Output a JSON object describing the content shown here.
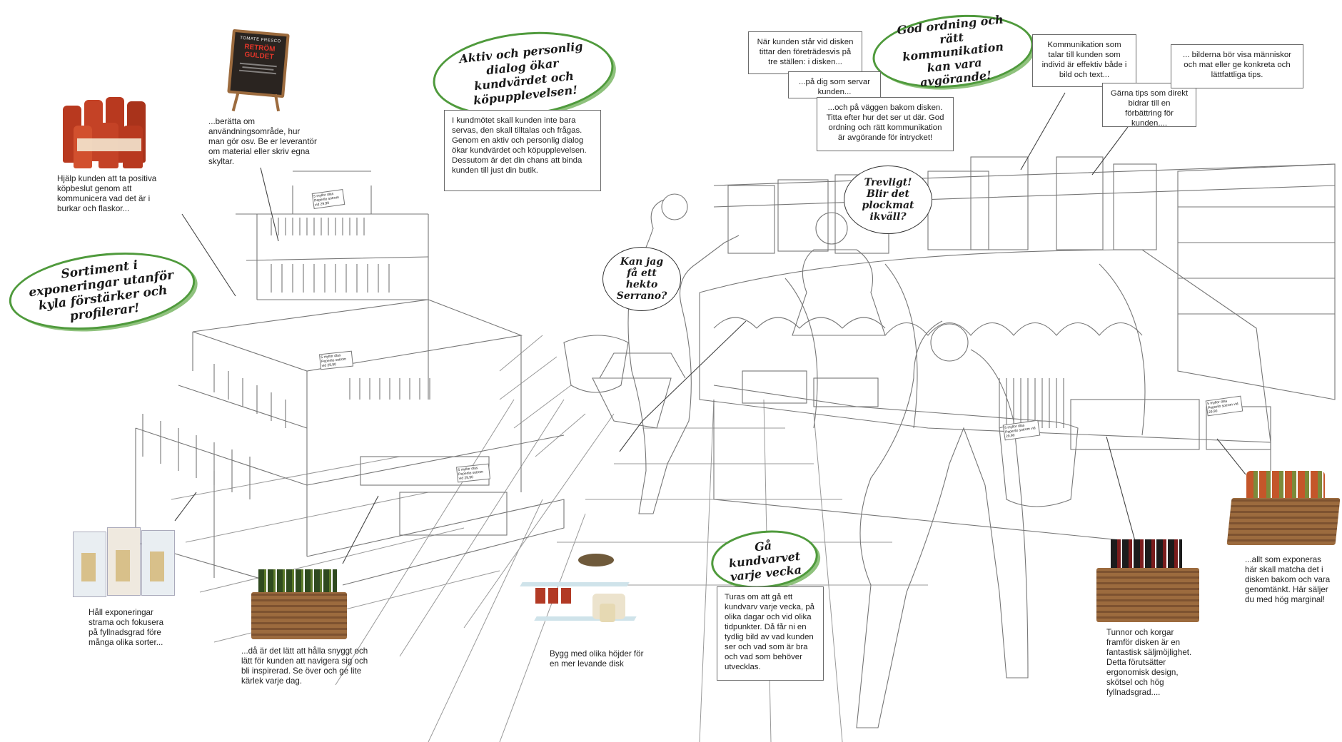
{
  "headings": {
    "sortiment": "Sortiment i exponeringar utanför kyla förstärker och profilerar!",
    "dialog": "Aktiv och personlig dialog ökar kundvärdet och köpupplevelsen!",
    "ordning": "God ordning och rätt kommunikation kan vara avgörande!",
    "kundvarv": "Gå kundvarvet varje vecka"
  },
  "speech": {
    "serrano": "Kan jag få ett hekto Serrano?",
    "trevligt": "Trevligt! Blir det plockmat ikväll?"
  },
  "notes": {
    "burkar": "Hjälp kunden att ta positiva köpbeslut genom att kommunicera vad det är i burkar och flaskor...",
    "anvandning": "...berätta om användningsområde, hur man gör osv. Be er leverantör om material eller skriv egna skyltar.",
    "exponeringar": "Håll exponeringar strama och fokusera på fyllnadsgrad före många olika sorter...",
    "snyggt": "...då är det lätt att hålla snyggt och lätt för kunden att navigera sig och bli inspirerad. Se över och ge lite kärlek varje dag.",
    "hojder": "Bygg med olika höjder för en mer levande disk",
    "tunnor": "Tunnor och korgar framför disken är en fantastisk säljmöjlighet. Detta förutsätter ergonomisk design, skötsel och hög fyllnadsgrad....",
    "matcha": "...allt som exponeras här skall matcha det i disken bakom och vara genomtänkt. Här säljer du med hög marginal!"
  },
  "boxes": {
    "kundmotet": "I kundmötet skall kunden inte bara servas, den skall tilltalas och frågas. Genom en aktiv och personlig dialog ökar kundvärdet och köpupplevelsen. Dessutom är det din chans att binda kunden till just din butik.",
    "disken": "När kunden står vid disken tittar den företrädesvis på tre ställen: i disken...",
    "servar": "...på dig som servar kunden...",
    "vaggen": "...och på väggen bakom disken. Titta efter hur det ser ut där. God ordning och rätt kommunikation är avgörande för intrycket!",
    "kommunikation": "Kommunikation som talar till kunden som individ är effektiv både i bild och text...",
    "garna": "Gärna tips som direkt bidrar till en förbättring för kunden....",
    "bilderna": "... bilderna bör visa människor och mat eller ge konkreta och lättfattliga tips.",
    "turas": "Turas om att gå ett kundvarv varje vecka, på olika dagar och vid olika tidpunkter. Då får ni en tydlig bild av vad kunden ser och vad som är bra och vad som behöver utvecklas."
  },
  "chalkboard": {
    "brand": "TOMATE FRESCO",
    "title": "RETRÖM GULDET"
  },
  "tags": {
    "price_text": "5 myllor dlas Peperilo sotrom vid 29,90"
  },
  "colors": {
    "accent_green": "#4f9a3c",
    "line": "#444444",
    "sketch": "#999999",
    "wicker": "#9c6b3e",
    "bottle_green": "#2f4a1f",
    "tomato": "#b8391f",
    "chalkboard": "#2a2420"
  },
  "icons": {
    "tomato_jars": "jar-group-icon",
    "chalk_sign": "chalkboard-icon",
    "pasta_boxes": "pasta-box-icon",
    "oil_basket": "oil-basket-icon",
    "cheese_stand": "cheese-stand-icon",
    "wine_basket": "wine-basket-icon",
    "jar_basket": "jar-basket-icon"
  }
}
